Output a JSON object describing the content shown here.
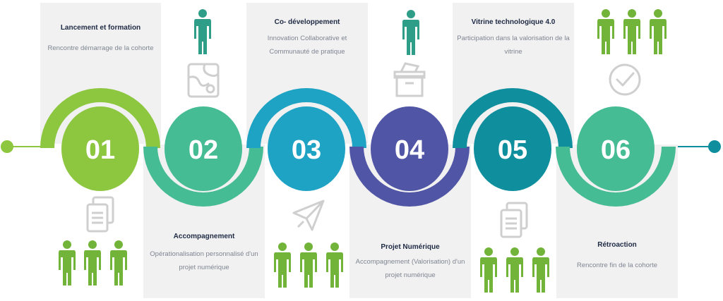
{
  "steps": [
    {
      "number": "01",
      "title": "Lancement et formation",
      "desc_lines": [
        "Rencontre démarrage de la cohorte"
      ],
      "color": "#8dc63f",
      "position": "top"
    },
    {
      "number": "02",
      "title": "Accompagnement",
      "desc_lines": [
        "Opérationalisation personnalisé d'un",
        "projet numérique"
      ],
      "color": "#45bc94",
      "position": "bottom"
    },
    {
      "number": "03",
      "title": "Co- développement",
      "desc_lines": [
        "Innovation Collaborative et",
        "Communauté de pratique"
      ],
      "color": "#1fa3c4",
      "position": "top"
    },
    {
      "number": "04",
      "title": "Projet Numérique",
      "desc_lines": [
        "Accompagnement (Valorisation) d'un",
        "projet numérique"
      ],
      "color": "#5155a5",
      "position": "bottom"
    },
    {
      "number": "05",
      "title": "Vitrine technologique 4.0",
      "desc_lines": [
        "Participation dans la valorisation de la",
        "vitrine"
      ],
      "color": "#0f8f9d",
      "position": "top"
    },
    {
      "number": "06",
      "title": "Rétroaction",
      "desc_lines": [
        "Rencontre fin de la cohorte"
      ],
      "color": "#45bc94",
      "position": "bottom"
    }
  ],
  "colors": {
    "person_green": "#72b43a",
    "person_teal": "#2e9e88",
    "icon_gray": "#cfcfcf",
    "panel_bg": "#f1f1f1",
    "start_dot": "#8dc63f",
    "end_dot": "#0f8f9d"
  },
  "icons": [
    {
      "name": "documents-icon",
      "step": "01"
    },
    {
      "name": "map-icon",
      "step": "02"
    },
    {
      "name": "paper-plane-icon",
      "step": "03"
    },
    {
      "name": "box-icon",
      "step": "04"
    },
    {
      "name": "documents-icon",
      "step": "05"
    },
    {
      "name": "checkmark-icon",
      "step": "06"
    }
  ],
  "people_groups": [
    {
      "step": "01",
      "count": 3,
      "color": "green"
    },
    {
      "step": "02",
      "count": 1,
      "color": "teal"
    },
    {
      "step": "03",
      "count": 3,
      "color": "green"
    },
    {
      "step": "04",
      "count": 1,
      "color": "teal"
    },
    {
      "step": "05",
      "count": 3,
      "color": "green"
    },
    {
      "step": "06",
      "count": 3,
      "color": "green"
    }
  ]
}
